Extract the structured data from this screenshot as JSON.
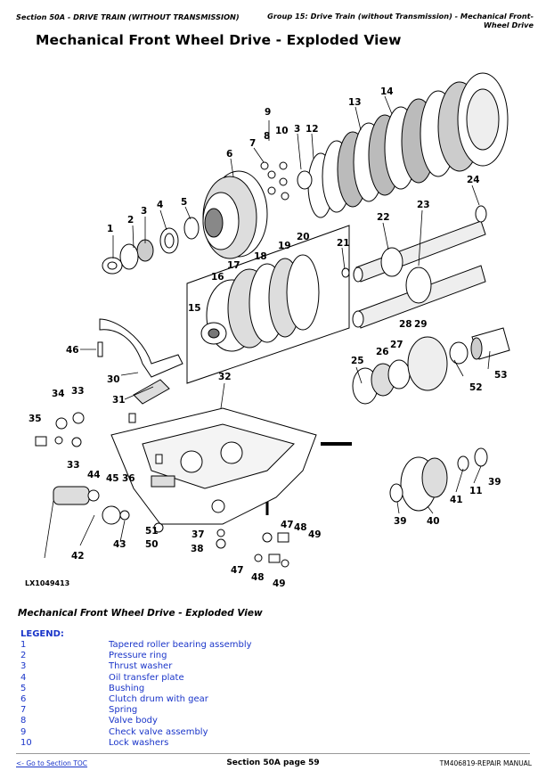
{
  "header": {
    "left": "Section 50A - DRIVE TRAIN (WITHOUT TRANSMISSION)",
    "right": "Group 15: Drive Train (without Transmission) - Mechanical Front-Wheel Drive"
  },
  "page_title": "Mechanical Front Wheel Drive - Exploded View",
  "figure": {
    "id": "LX1049413",
    "callouts": [
      "1",
      "2",
      "3",
      "4",
      "5",
      "6",
      "7",
      "8",
      "9",
      "10",
      "3",
      "12",
      "13",
      "14",
      "24",
      "22",
      "23",
      "21",
      "20",
      "19",
      "18",
      "17",
      "16",
      "15",
      "46",
      "30",
      "32",
      "31",
      "34",
      "33",
      "35",
      "33",
      "44",
      "45",
      "36",
      "42",
      "43",
      "51",
      "50",
      "37",
      "38",
      "47",
      "48",
      "49",
      "47",
      "48",
      "49",
      "25",
      "26",
      "27",
      "28",
      "29",
      "53",
      "52",
      "39",
      "40",
      "41",
      "11",
      "39"
    ]
  },
  "caption": "Mechanical Front Wheel Drive - Exploded View",
  "legend": {
    "title": "LEGEND:",
    "items": [
      {
        "num": "1",
        "desc": "Tapered roller bearing assembly"
      },
      {
        "num": "2",
        "desc": "Pressure ring"
      },
      {
        "num": "3",
        "desc": "Thrust washer"
      },
      {
        "num": "4",
        "desc": "Oil transfer plate"
      },
      {
        "num": "5",
        "desc": "Bushing"
      },
      {
        "num": "6",
        "desc": "Clutch drum with gear"
      },
      {
        "num": "7",
        "desc": "Spring"
      },
      {
        "num": "8",
        "desc": "Valve body"
      },
      {
        "num": "9",
        "desc": "Check valve assembly"
      },
      {
        "num": "10",
        "desc": "Lock washers"
      }
    ]
  },
  "footer": {
    "link": "<- Go to Section TOC",
    "center": "Section 50A page 59",
    "right": "TM406819-REPAIR MANUAL"
  }
}
